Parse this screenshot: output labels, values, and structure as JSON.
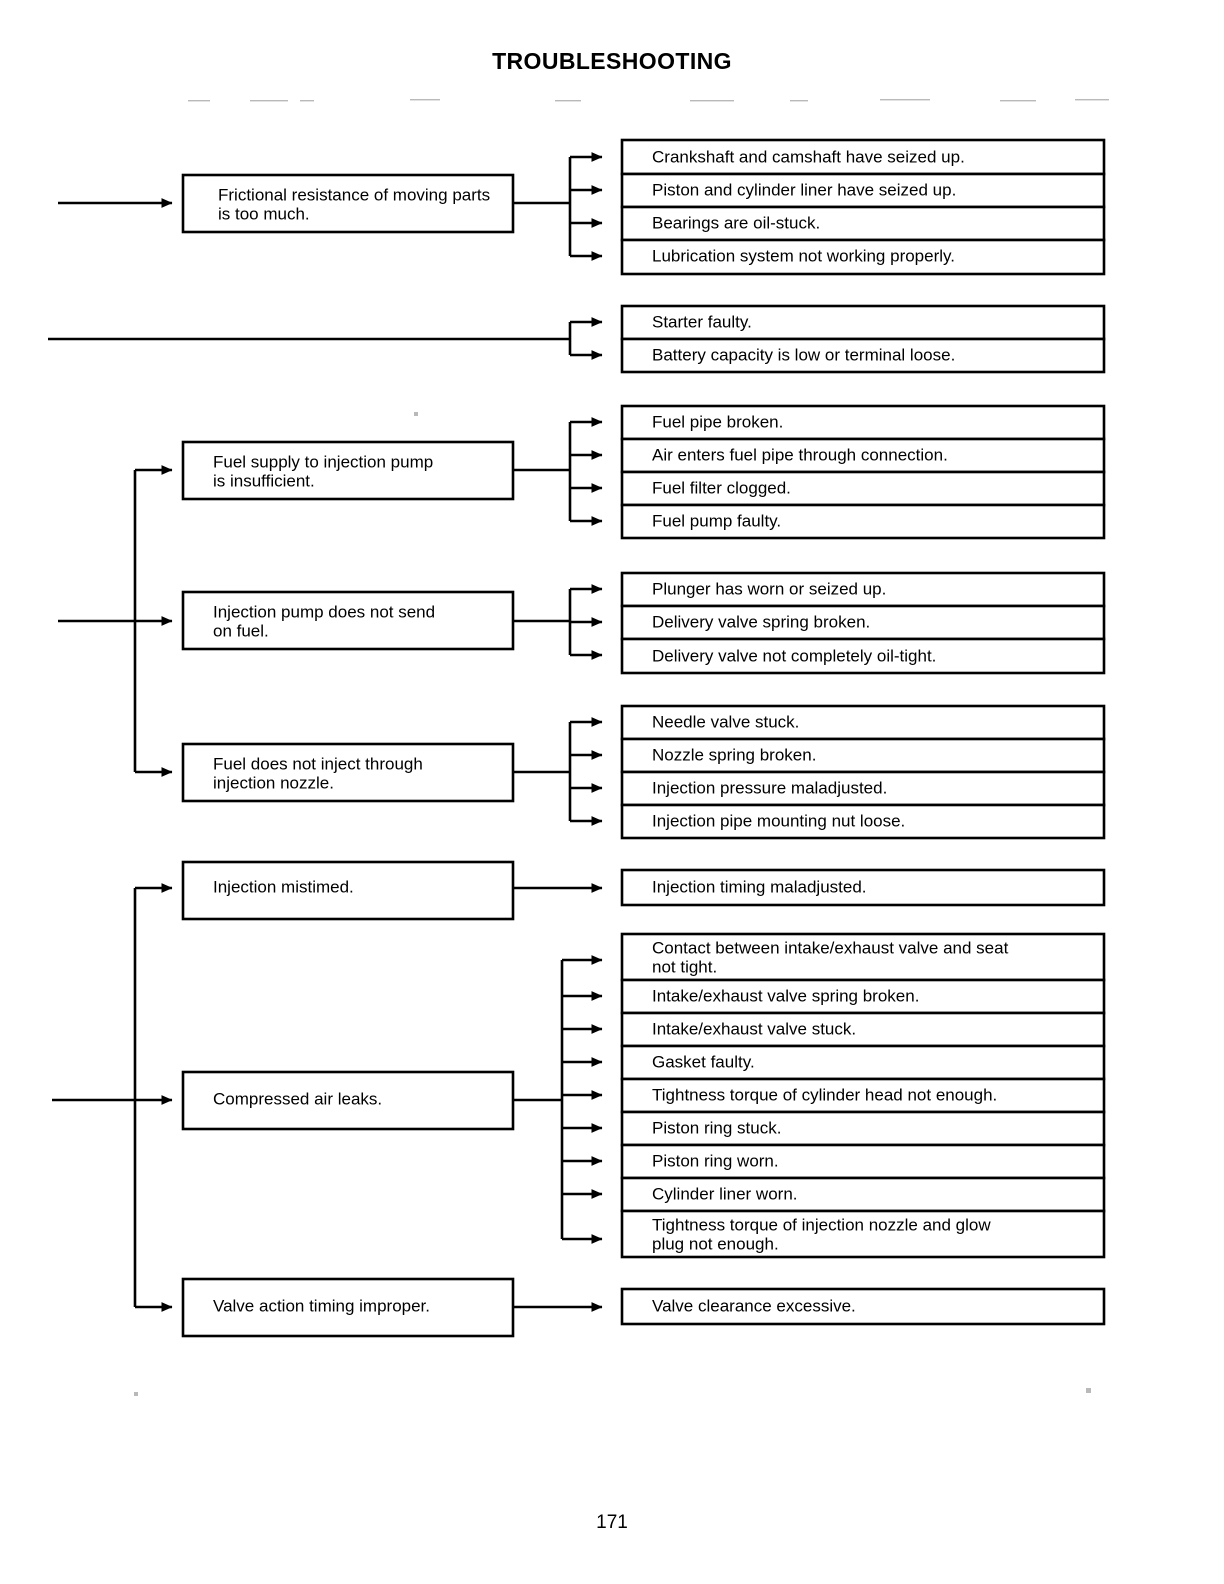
{
  "document": {
    "title": "TROUBLESHOOTING",
    "page_number": "171"
  },
  "colors": {
    "ink": "#000000",
    "paper": "#ffffff"
  },
  "chart_data": {
    "type": "diagram",
    "title": "TROUBLESHOOTING",
    "diagram_kind": "fault-tree flowchart",
    "orientation": "left-to-right",
    "sections": [
      {
        "id": "frictional-resistance",
        "symptom": "Frictional resistance of moving  parts is too much.",
        "symptom_lines": [
          "Frictional resistance of moving  parts",
          "is too much."
        ],
        "causes": [
          "Crankshaft and camshaft have seized up.",
          "Piston and cylinder liner have seized up.",
          "Bearings are oil-stuck.",
          "Lubrication system not working properly."
        ]
      },
      {
        "id": "starter-battery",
        "symptom": "",
        "symptom_lines": [],
        "causes": [
          "Starter faulty.",
          "Battery capacity is low or terminal loose."
        ]
      },
      {
        "id": "fuel-supply",
        "symptom": "Fuel supply to injection pump is insufficient.",
        "symptom_lines": [
          "Fuel supply to injection pump",
          "is insufficient."
        ],
        "causes": [
          "Fuel pipe broken.",
          "Air enters fuel pipe through connection.",
          "Fuel filter clogged.",
          "Fuel pump faulty."
        ]
      },
      {
        "id": "injection-pump",
        "symptom": "Injection pump does not send on fuel.",
        "symptom_lines": [
          "Injection pump does not send",
          "on fuel."
        ],
        "causes": [
          "Plunger has worn or seized up.",
          "Delivery valve spring broken.",
          "Delivery valve not completely oil-tight."
        ]
      },
      {
        "id": "injection-nozzle",
        "symptom": "Fuel does not inject through injection nozzle.",
        "symptom_lines": [
          "Fuel does not inject through",
          "injection nozzle."
        ],
        "causes": [
          "Needle valve stuck.",
          "Nozzle spring broken.",
          "Injection pressure maladjusted.",
          "Injection pipe mounting nut loose."
        ]
      },
      {
        "id": "injection-mistimed",
        "symptom": "Injection mistimed.",
        "symptom_lines": [
          "Injection mistimed."
        ],
        "causes": [
          "Injection timing maladjusted."
        ]
      },
      {
        "id": "compressed-air-leaks",
        "symptom": "Compressed air leaks.",
        "symptom_lines": [
          "Compressed air leaks."
        ],
        "causes": [
          "Contact between intake/exhaust valve and seat not tight.",
          "Intake/exhaust valve spring broken.",
          "Intake/exhaust valve stuck.",
          "Gasket faulty.",
          "Tightness torque of cylinder head not enough.",
          "Piston ring stuck.",
          "Piston ring worn.",
          "Cylinder liner worn.",
          "Tightness torque of injection nozzle and glow plug not enough."
        ],
        "cause_lines": [
          [
            "Contact between intake/exhaust valve and seat",
            "not tight."
          ],
          [
            "Intake/exhaust valve spring broken."
          ],
          [
            "Intake/exhaust valve stuck."
          ],
          [
            "Gasket faulty."
          ],
          [
            "Tightness torque of cylinder head not enough."
          ],
          [
            "Piston ring stuck."
          ],
          [
            "Piston ring worn."
          ],
          [
            "Cylinder liner worn."
          ],
          [
            "Tightness torque of injection nozzle and glow",
            "plug not enough."
          ]
        ]
      },
      {
        "id": "valve-action-timing",
        "symptom": "Valve action timing improper.",
        "symptom_lines": [
          "Valve action timing improper."
        ],
        "causes": [
          "Valve clearance excessive."
        ]
      }
    ]
  }
}
